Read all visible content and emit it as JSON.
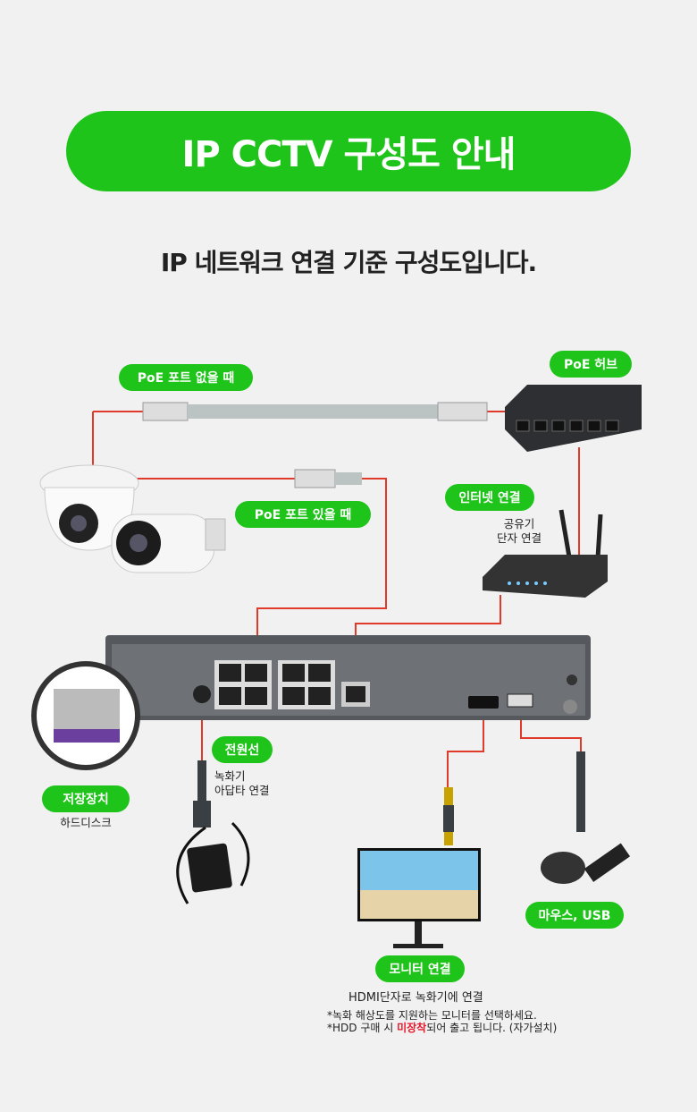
{
  "title": "IP CCTV 구성도 안내",
  "subtitle": "IP 네트워크 연결 기준 구성도입니다.",
  "labels": {
    "poe_none": "PoE 포트 없을 때",
    "poe_hub": "PoE 허브",
    "poe_yes": "PoE 포트 있을 때",
    "internet": "인터넷 연결",
    "internet_desc1": "공유기",
    "internet_desc2": "단자 연결",
    "power": "전원선",
    "power_desc1": "녹화기",
    "power_desc2": "아답타 연결",
    "storage": "저장장치",
    "storage_desc": "하드디스크",
    "mouse": "마우스, USB",
    "monitor": "모니터 연결",
    "monitor_desc": "HDMI단자로 녹화기에 연결"
  },
  "notes": {
    "line1": "*녹화 해상도를 지원하는 모니터를 선택하세요.",
    "line2_pre": "*HDD 구매 시 ",
    "line2_highlight": "미장착",
    "line2_post": "되어 출고 됩니다. (자가설치)"
  },
  "colors": {
    "accent": "#1fc41a",
    "line": "#e03a2a",
    "highlight": "#e8192c"
  }
}
